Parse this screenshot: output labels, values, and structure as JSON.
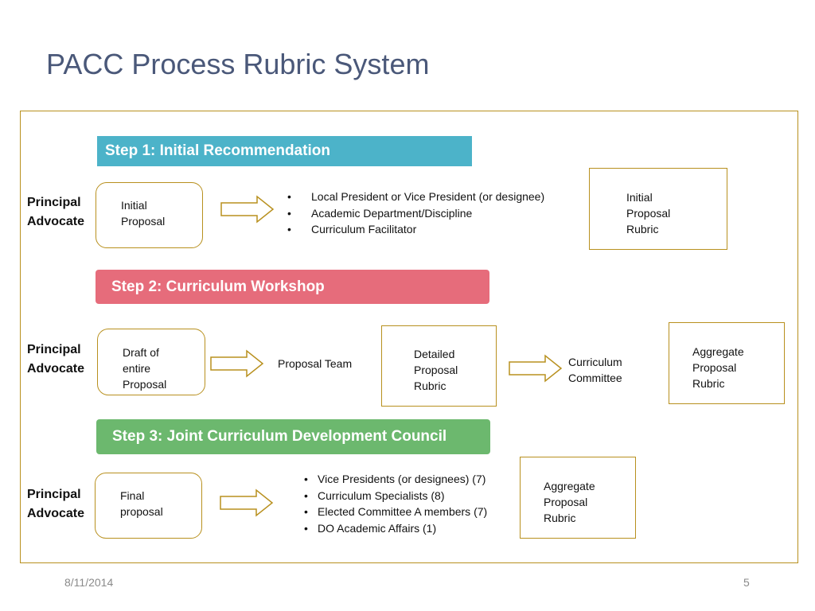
{
  "title": "PACC Process Rubric System",
  "steps": {
    "step1": {
      "banner": "Step 1: Initial Recommendation",
      "actor_line1": "Principal",
      "actor_line2": "Advocate",
      "doc_box": [
        "Initial",
        "Proposal"
      ],
      "reviewers": [
        "Local President or Vice President (or designee)",
        "Academic Department/Discipline",
        "Curriculum Facilitator"
      ],
      "rubric_box": [
        "Initial",
        "Proposal",
        "Rubric"
      ]
    },
    "step2": {
      "banner": "Step 2: Curriculum Workshop",
      "actor_line1": "Principal",
      "actor_line2": "Advocate",
      "doc_box": [
        "Draft of",
        "entire",
        "Proposal"
      ],
      "team_label": "Proposal Team",
      "rubric_box": [
        "Detailed",
        "Proposal",
        "Rubric"
      ],
      "committee_label": [
        "Curriculum",
        "Committee"
      ],
      "aggregate_box": [
        "Aggregate",
        "Proposal",
        "Rubric"
      ]
    },
    "step3": {
      "banner": "Step 3: Joint Curriculum Development Council",
      "actor_line1": "Principal",
      "actor_line2": "Advocate",
      "doc_box": [
        "Final",
        "proposal"
      ],
      "reviewers": [
        "Vice Presidents (or designees) (7)",
        "Curriculum Specialists (8)",
        "Elected Committee A members (7)",
        "DO Academic Affairs (1)"
      ],
      "aggregate_box": [
        "Aggregate",
        "Proposal",
        "Rubric"
      ]
    }
  },
  "footer": {
    "date": "8/11/2014",
    "page_number": "5"
  },
  "colors": {
    "title": "#4a5879",
    "frame_border": "#b8901e",
    "step1_banner": "#4cb3c9",
    "step2_banner": "#e66c7b",
    "step3_banner": "#6cb86e"
  },
  "icons": [
    "right-arrow-icon"
  ]
}
